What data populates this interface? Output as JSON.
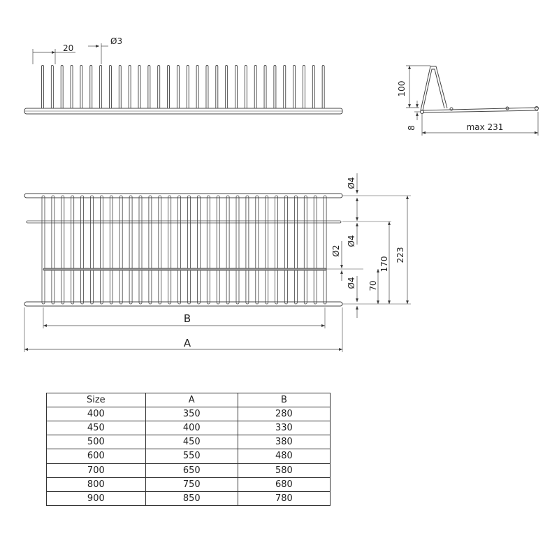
{
  "front_view": {
    "pitch_label": "20",
    "wire_diameter_label": "Ø3"
  },
  "side_view": {
    "height_label": "100",
    "base_label": "8",
    "depth_label": "max 231"
  },
  "top_view": {
    "rod_labels": [
      "Ø4",
      "Ø4",
      "Ø2",
      "Ø4"
    ],
    "dim_70": "70",
    "dim_170": "170",
    "dim_223": "223",
    "dim_B": "B",
    "dim_A": "A"
  },
  "size_table": {
    "headers": [
      "Size",
      "A",
      "B"
    ],
    "rows": [
      [
        "400",
        "350",
        "280"
      ],
      [
        "450",
        "400",
        "330"
      ],
      [
        "500",
        "450",
        "380"
      ],
      [
        "600",
        "550",
        "480"
      ],
      [
        "700",
        "650",
        "580"
      ],
      [
        "800",
        "750",
        "680"
      ],
      [
        "900",
        "850",
        "780"
      ]
    ]
  }
}
